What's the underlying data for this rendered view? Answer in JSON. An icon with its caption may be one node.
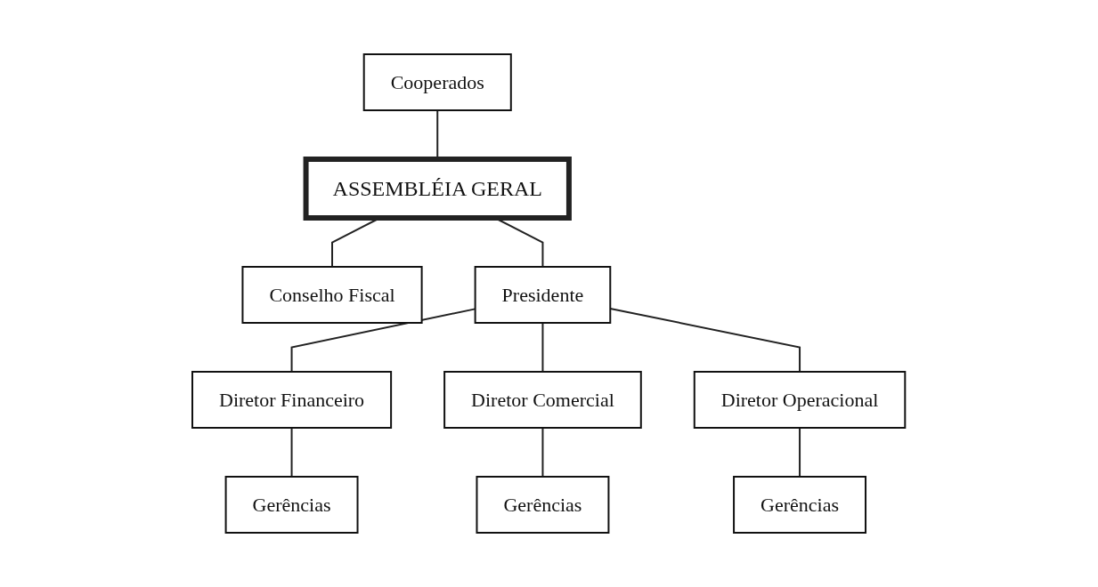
{
  "diagram": {
    "nodes": [
      {
        "text": [
          "Cooperados"
        ]
      },
      {
        "text": [
          "ASSEMBLÉIA GERAL"
        ]
      },
      {
        "text": [
          "Conselho Fiscal"
        ]
      },
      {
        "text": [
          "Presidente"
        ]
      },
      {
        "text": [
          "Diretor Financeiro"
        ]
      },
      {
        "text": [
          "Diretor Comercial"
        ]
      },
      {
        "text": [
          "Diretor Operacional"
        ]
      },
      {
        "text": [
          "Gerências"
        ]
      },
      {
        "text": [
          "Gerências"
        ]
      },
      {
        "text": [
          "Gerências"
        ]
      }
    ],
    "edges": [
      {
        "from": 0,
        "to": 1,
        "arrow": "none"
      },
      {
        "from": 1,
        "to": 2,
        "arrow": "none"
      },
      {
        "from": 1,
        "to": 3,
        "arrow": "none"
      },
      {
        "from": 3,
        "to": 4,
        "arrow": "none"
      },
      {
        "from": 3,
        "to": 5,
        "arrow": "none"
      },
      {
        "from": 3,
        "to": 6,
        "arrow": "none"
      },
      {
        "from": 4,
        "to": 7,
        "arrow": "none"
      },
      {
        "from": 5,
        "to": 8,
        "arrow": "none"
      },
      {
        "from": 6,
        "to": 9,
        "arrow": "none"
      }
    ]
  }
}
